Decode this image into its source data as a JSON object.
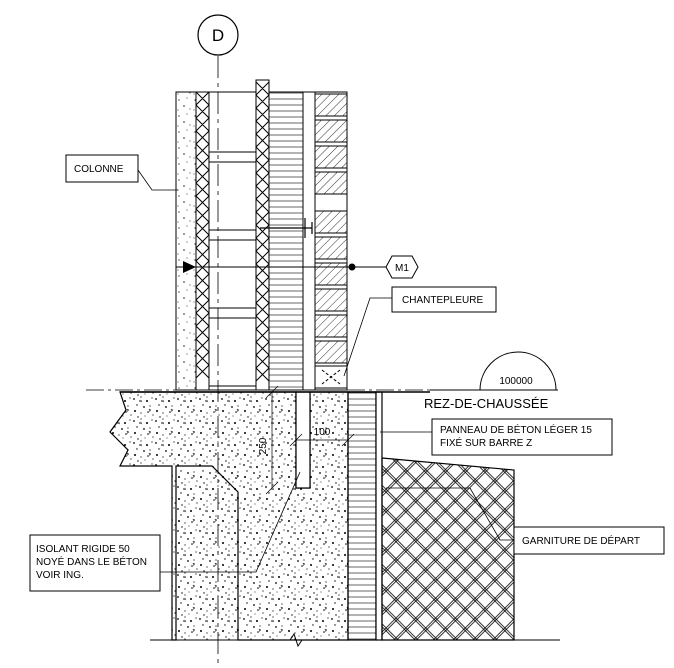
{
  "grid": {
    "label": "D"
  },
  "marker": {
    "label": "M1"
  },
  "level": {
    "number": "100000",
    "name": "REZ-DE-CHAUSSÉE"
  },
  "dimensions": {
    "depth": "250",
    "width": "100"
  },
  "callouts": {
    "colonne": "COLONNE",
    "chantepleure": "CHANTEPLEURE",
    "panneau_line1": "PANNEAU DE BÉTON LÉGER 15",
    "panneau_line2": "FIXÉ SUR BARRE Z",
    "garniture": "GARNITURE DE DÉPART",
    "isolant_line1": "ISOLANT RIGIDE 50",
    "isolant_line2": "NOYÉ DANS LE BÉTON",
    "isolant_line3": "VOIR ING."
  }
}
